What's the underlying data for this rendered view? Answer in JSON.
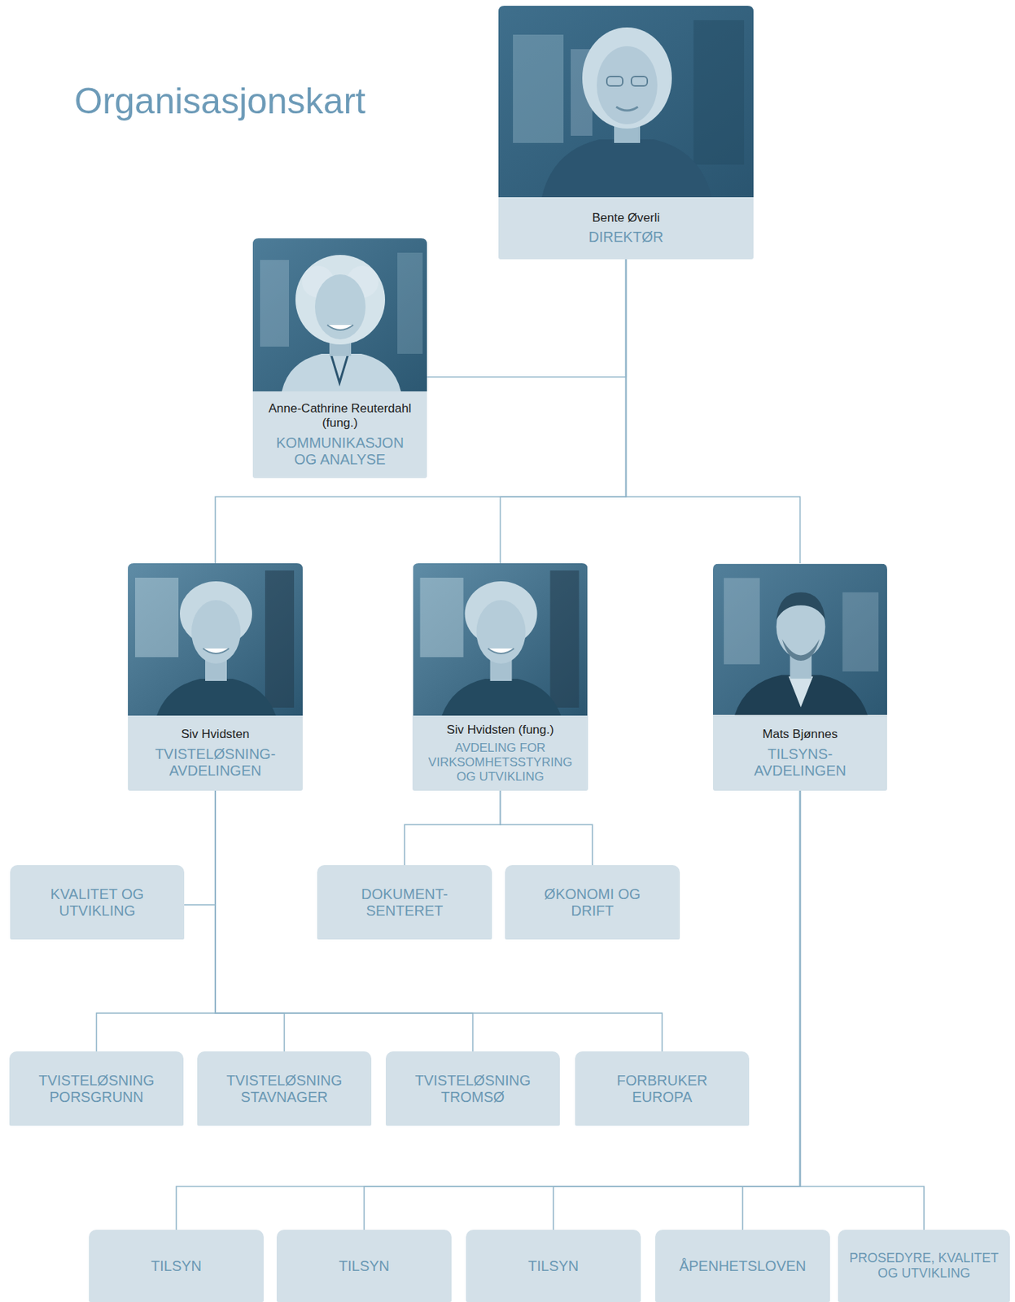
{
  "diagram": {
    "title": "Organisasjonskart",
    "nodes": [
      {
        "text": [
          "Bente Øverli",
          "DIREKTØR"
        ]
      },
      {
        "text": [
          "Anne-Cathrine Reuterdahl (fung.)",
          "KOMMUNIKASJON OG ANALYSE"
        ]
      },
      {
        "text": [
          "Siv Hvidsten",
          "TVISTELØSNING- AVDELINGEN"
        ]
      },
      {
        "text": [
          "Siv Hvidsten (fung.)",
          "AVDELING FOR VIRKSOMHETSSTYRING OG UTVIKLING"
        ]
      },
      {
        "text": [
          "Mats Bjønnes",
          "TILSYNS- AVDELINGEN"
        ]
      },
      {
        "text": [
          "KVALITET OG UTVIKLING"
        ]
      },
      {
        "text": [
          "DOKUMENT- SENTERET"
        ]
      },
      {
        "text": [
          "ØKONOMI OG DRIFT"
        ]
      },
      {
        "text": [
          "TVISTELØSNING PORSGRUNN"
        ]
      },
      {
        "text": [
          "TVISTELØSNING STAVNAGER"
        ]
      },
      {
        "text": [
          "TVISTELØSNING TROMSØ"
        ]
      },
      {
        "text": [
          "FORBRUKER EUROPA"
        ]
      },
      {
        "text": [
          "TILSYN"
        ]
      },
      {
        "text": [
          "TILSYN"
        ]
      },
      {
        "text": [
          "TILSYN"
        ]
      },
      {
        "text": [
          "ÅPENHETSLOVEN"
        ]
      },
      {
        "text": [
          "PROSEDYRE, KVALITET OG UTVIKLING"
        ]
      }
    ],
    "edges": [
      {
        "from": 0,
        "to": 1,
        "arrow": "none"
      },
      {
        "from": 0,
        "to": 2,
        "arrow": "none"
      },
      {
        "from": 0,
        "to": 3,
        "arrow": "none"
      },
      {
        "from": 0,
        "to": 4,
        "arrow": "none"
      },
      {
        "from": 2,
        "to": 5,
        "arrow": "none"
      },
      {
        "from": 2,
        "to": 8,
        "arrow": "none"
      },
      {
        "from": 2,
        "to": 9,
        "arrow": "none"
      },
      {
        "from": 2,
        "to": 10,
        "arrow": "none"
      },
      {
        "from": 2,
        "to": 11,
        "arrow": "none"
      },
      {
        "from": 3,
        "to": 6,
        "arrow": "none"
      },
      {
        "from": 3,
        "to": 7,
        "arrow": "none"
      },
      {
        "from": 4,
        "to": 12,
        "arrow": "none"
      },
      {
        "from": 4,
        "to": 13,
        "arrow": "none"
      },
      {
        "from": 4,
        "to": 14,
        "arrow": "none"
      },
      {
        "from": 4,
        "to": 15,
        "arrow": "none"
      },
      {
        "from": 4,
        "to": 16,
        "arrow": "none"
      }
    ]
  }
}
